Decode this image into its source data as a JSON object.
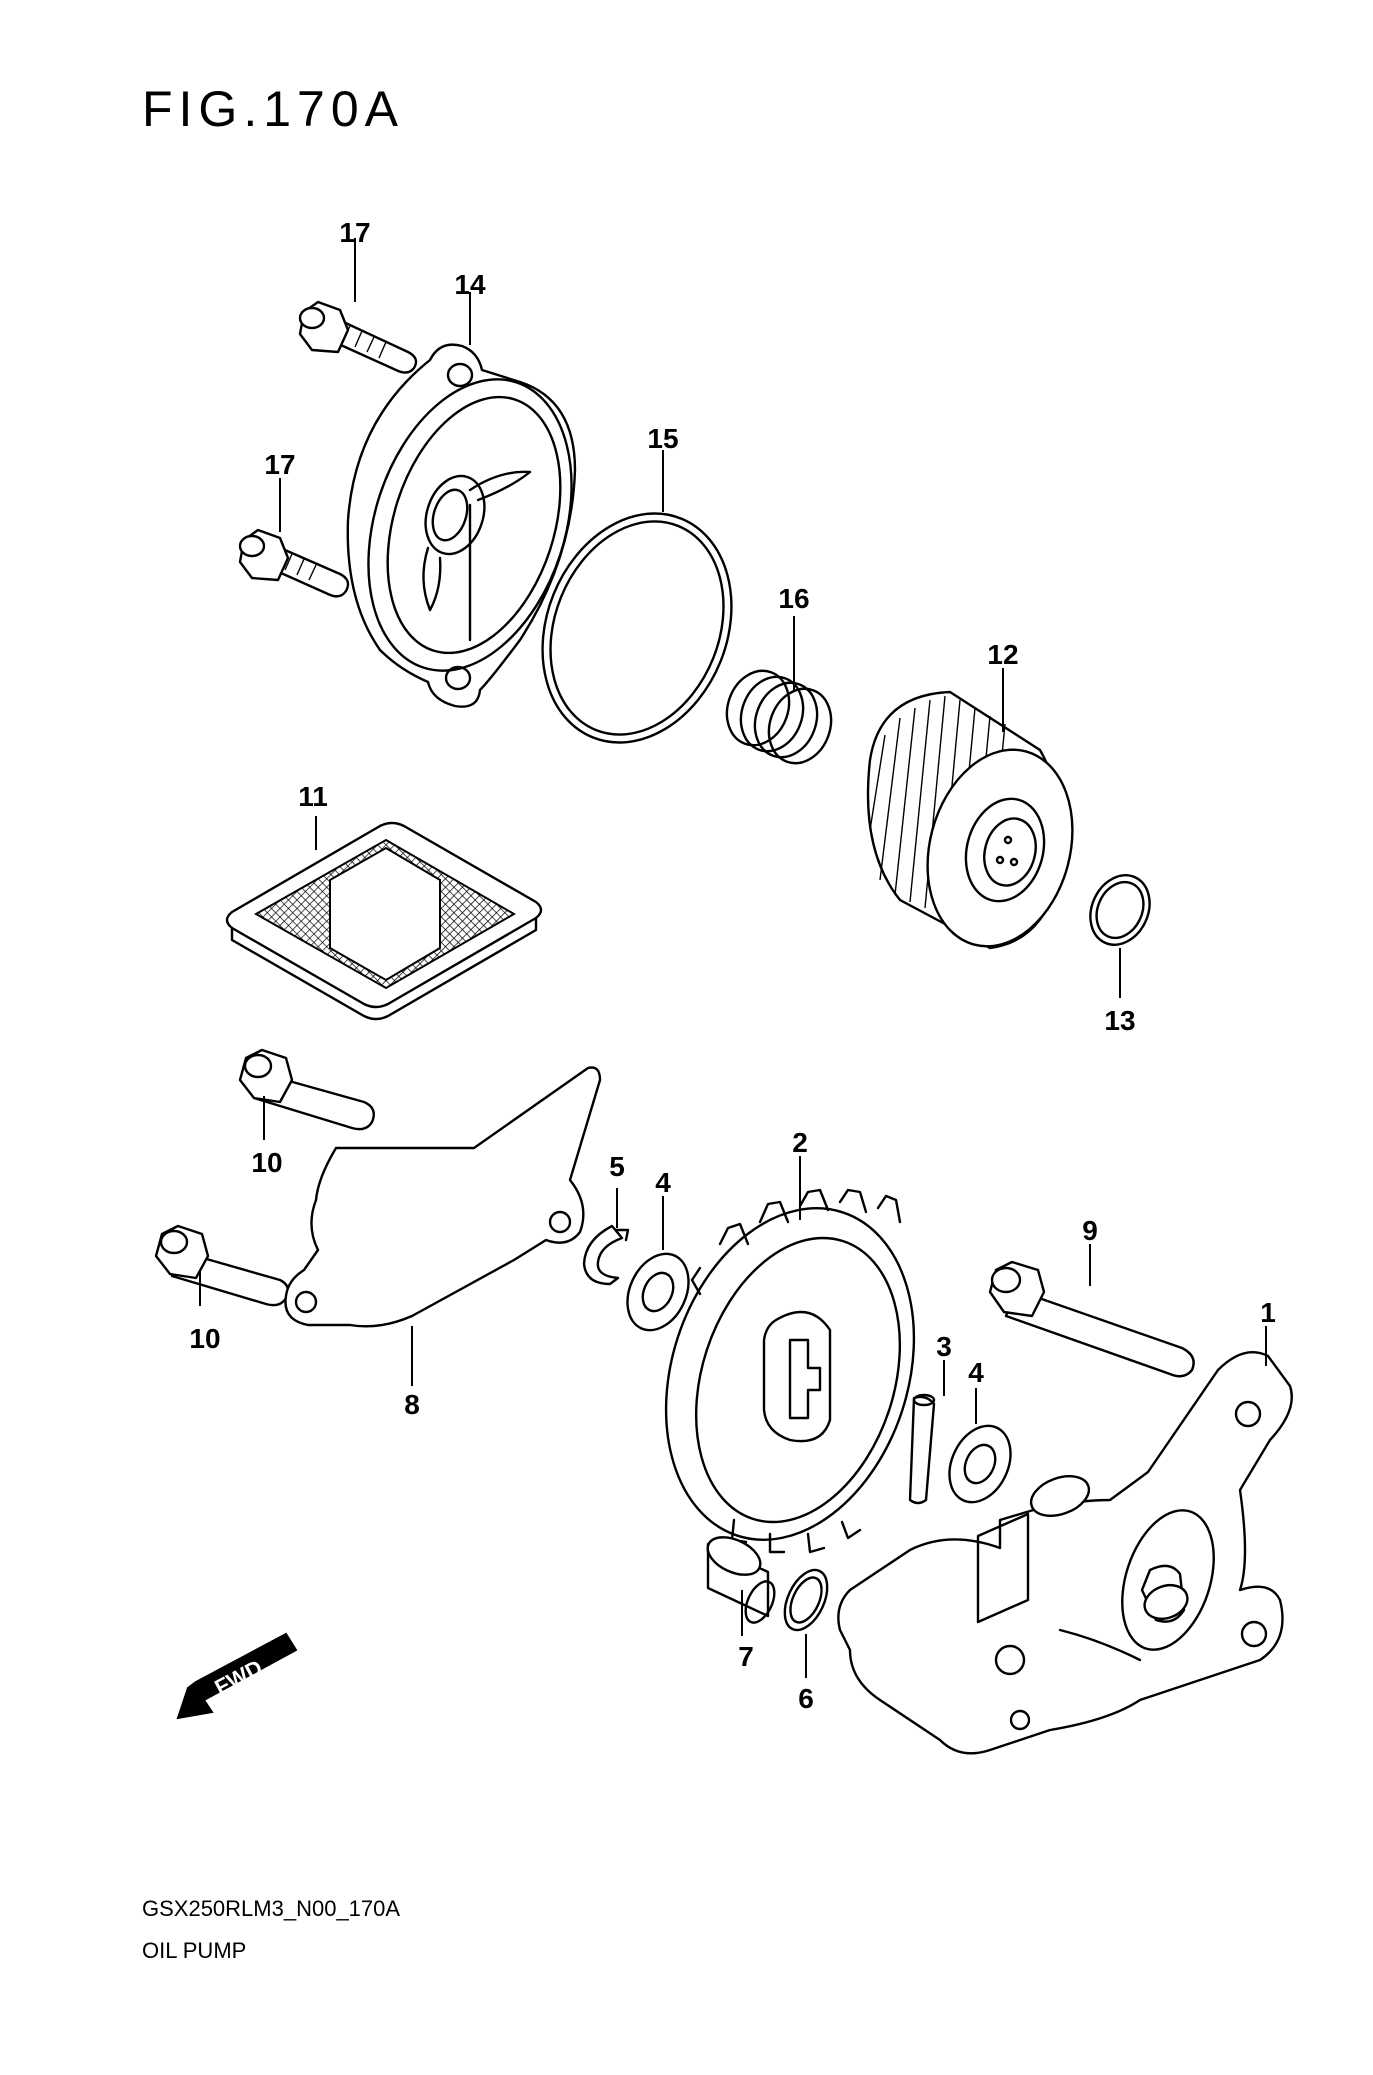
{
  "figure": {
    "title": "FIG.170A",
    "code": "GSX250RLM3_N00_170A",
    "name": "OIL PUMP",
    "direction_badge": "FWD"
  },
  "callouts": {
    "c1": "1",
    "c2": "2",
    "c3": "3",
    "c4a": "4",
    "c4b": "4",
    "c5": "5",
    "c6": "6",
    "c7": "7",
    "c8": "8",
    "c9": "9",
    "c10a": "10",
    "c10b": "10",
    "c11": "11",
    "c12": "12",
    "c13": "13",
    "c14": "14",
    "c15": "15",
    "c16": "16",
    "c17a": "17",
    "c17b": "17"
  }
}
